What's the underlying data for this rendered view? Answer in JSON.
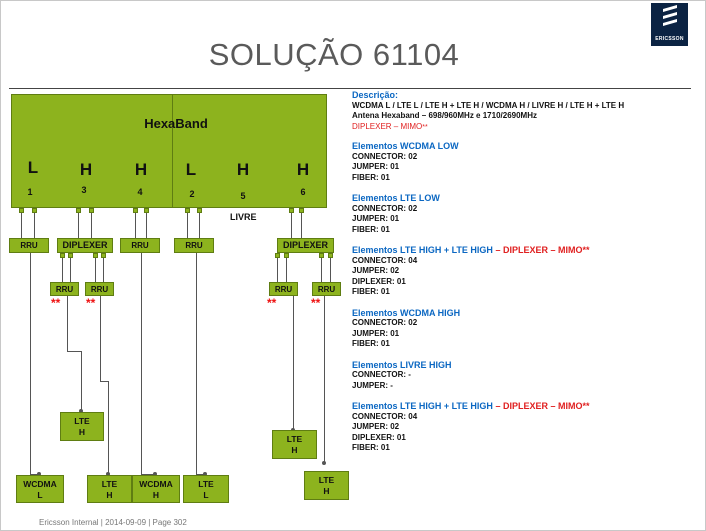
{
  "header": {
    "title": "SOLUÇÃO 61104",
    "logo_text": "ERICSSON"
  },
  "footer": {
    "text": "Ericsson Internal  |  2014-09-09  |  Page 302"
  },
  "diagram": {
    "hexaband_label": "HexaBand",
    "bands": [
      {
        "letter": "L",
        "number": "1"
      },
      {
        "letter": "H",
        "number": "3"
      },
      {
        "letter": "H",
        "number": "4"
      },
      {
        "letter": "L",
        "number": "2"
      },
      {
        "letter": "H",
        "number": "5"
      },
      {
        "letter": "H",
        "number": "6"
      }
    ],
    "livre_label": "LIVRE",
    "rru_label": "RRU",
    "diplexer_label": "DIPLEXER",
    "mimo_marker": "**",
    "endpoints": {
      "wcdma_l": [
        "WCDMA",
        "L"
      ],
      "lte_h_upper": [
        "LTE",
        "H"
      ],
      "lte_h_1": [
        "LTE",
        "H"
      ],
      "wcdma_h": [
        "WCDMA",
        "H"
      ],
      "lte_l": [
        "LTE",
        "L"
      ],
      "lte_h_6a": [
        "LTE",
        "H"
      ],
      "lte_h_6b": [
        "LTE",
        "H"
      ]
    }
  },
  "description": {
    "heading": "Descrição:",
    "line1": "WCDMA L / LTE L / LTE H + LTE H / WCDMA H / LIVRE H / LTE H + LTE H",
    "line2": "Antena Hexaband – 698/960MHz  e  1710/2690MHz",
    "line3": "DIPLEXER – MIMO",
    "line3_suffix": "**"
  },
  "sections": {
    "wcdma_low": {
      "title": "Elementos WCDMA LOW",
      "lines": [
        "CONNECTOR: 02",
        "JUMPER: 01",
        "FIBER: 01"
      ]
    },
    "lte_low": {
      "title": "Elementos LTE LOW",
      "lines": [
        "CONNECTOR: 02",
        "JUMPER: 01",
        "FIBER: 01"
      ]
    },
    "lte_high_a": {
      "title": "Elementos LTE HIGH + LTE HIGH",
      "sep": " – ",
      "red": "DIPLEXER – MIMO**",
      "lines": [
        "CONNECTOR: 04",
        "JUMPER: 02",
        "DIPLEXER: 01",
        "FIBER: 01"
      ]
    },
    "wcdma_high": {
      "title": "Elementos WCDMA HIGH",
      "lines": [
        "CONNECTOR: 02",
        "JUMPER: 01",
        "FIBER: 01"
      ]
    },
    "livre_high": {
      "title": "Elementos LIVRE HIGH",
      "lines": [
        "CONNECTOR: -",
        "JUMPER: -"
      ]
    },
    "lte_high_b": {
      "title": "Elementos LTE HIGH + LTE HIGH",
      "sep": " – ",
      "red": "DIPLEXER – MIMO**",
      "lines": [
        "CONNECTOR: 04",
        "JUMPER: 02",
        "DIPLEXER: 01",
        "FIBER: 01"
      ]
    }
  }
}
